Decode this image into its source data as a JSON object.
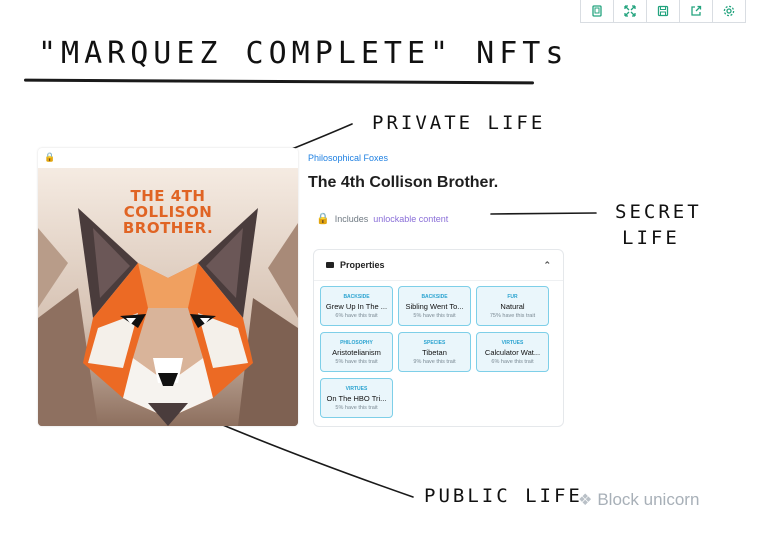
{
  "toolbar": {
    "icons": [
      "copy-icon",
      "expand-icon",
      "save-icon",
      "share-icon",
      "settings-icon"
    ]
  },
  "heading": {
    "title": "\"MARQUEZ COMPLETE\" NFTs"
  },
  "annotations": {
    "private": "PRIVATE LIFE",
    "secret_1": "SECRET",
    "secret_2": "LIFE",
    "public": "PUBLIC LIFE"
  },
  "nft": {
    "artwork_text_1": "THE 4TH",
    "artwork_text_2": "COLLISON",
    "artwork_text_3": "BROTHER.",
    "collection": "Philosophical Foxes",
    "name": "The 4th Collison Brother.",
    "unlock_prefix": "Includes",
    "unlock_link": "unlockable content"
  },
  "properties": {
    "header": "Properties",
    "traits": [
      {
        "type": "Backside",
        "value": "Grew Up In The ...",
        "rarity": "6% have this trait"
      },
      {
        "type": "Backside",
        "value": "Sibling Went To...",
        "rarity": "5% have this trait"
      },
      {
        "type": "Fur",
        "value": "Natural",
        "rarity": "75% have this trait"
      },
      {
        "type": "Philosophy",
        "value": "Aristotelianism",
        "rarity": "5% have this trait"
      },
      {
        "type": "Species",
        "value": "Tibetan",
        "rarity": "9% have this trait"
      },
      {
        "type": "Virtues",
        "value": "Calculator Wat...",
        "rarity": "6% have this trait"
      },
      {
        "type": "Virtues",
        "value": "On The HBO Tri...",
        "rarity": "5% have this trait"
      }
    ]
  },
  "watermark": {
    "text": "Block unicorn"
  },
  "colors": {
    "accent_green": "#23a37e",
    "link_blue": "#2081e2",
    "fox_orange": "#ec6a24",
    "trait_border": "#7ecfe8"
  }
}
